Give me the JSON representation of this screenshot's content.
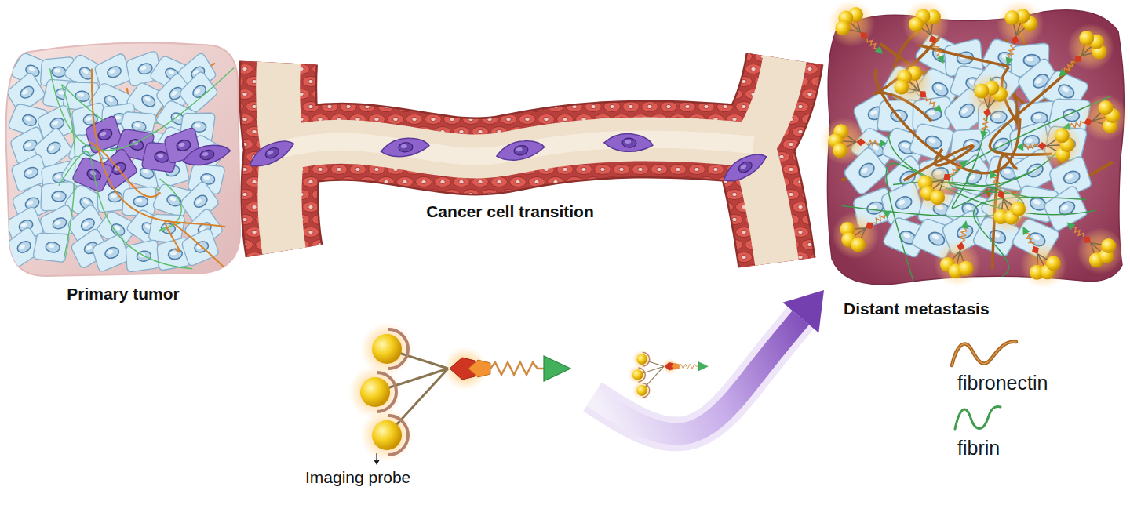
{
  "diagram": {
    "nodes": [
      {
        "text": [
          "Primary tumor"
        ]
      },
      {
        "text": [
          "Cancer cell transition"
        ]
      },
      {
        "text": [
          "Imaging probe"
        ]
      },
      {
        "text": [
          "Distant metastasis"
        ]
      }
    ],
    "edges": [
      {
        "from": 2,
        "to": 3,
        "arrow": "to"
      }
    ],
    "legend": [
      {
        "text": "fibronectin"
      },
      {
        "text": "fibrin"
      }
    ]
  }
}
